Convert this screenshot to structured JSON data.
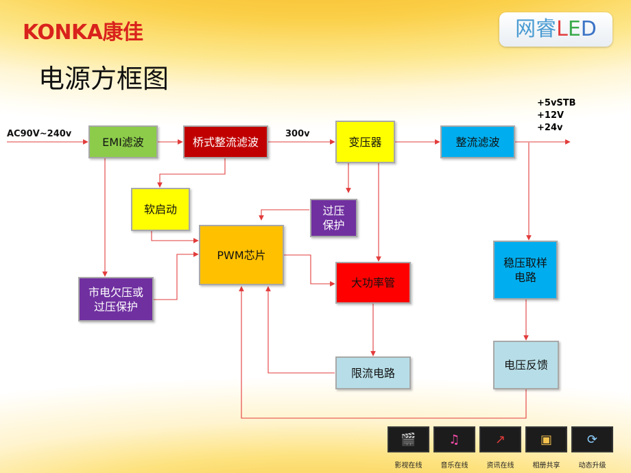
{
  "header": {
    "brand_logo": "KONKA康佳",
    "led_logo_cn": "网睿",
    "led_logo_l": "L",
    "led_logo_e": "E",
    "led_logo_d": "D"
  },
  "title": "电源方框图",
  "inputs": {
    "ac_label": "AC90V~240v",
    "dc_label": "300v"
  },
  "outputs": [
    "+5vSTB",
    "+12V",
    "+24v"
  ],
  "blocks": {
    "emi": "EMI滤波",
    "bridge": "桥式整流滤波",
    "transformer": "变压器",
    "rectifier_filter": "整流滤波",
    "soft_start": "软启动",
    "overvoltage": "过压\n保护",
    "pwm": "PWM芯片",
    "power_tube": "大功率管",
    "mains_protect": "市电欠压或\n过压保护",
    "current_limit": "限流电路",
    "sampling": "稳压取样\n电路",
    "feedback": "电压反馈"
  },
  "colors": {
    "emi": "#8ccc4a",
    "bridge": "#c00000",
    "yellow": "#ffff00",
    "blue": "#00aeef",
    "purple": "#7030a0",
    "pwm": "#ffc000",
    "power_tube": "#ff0000",
    "light": "#b7dee8",
    "wire": "#e23b3b"
  },
  "nav": [
    {
      "label": "影视在线",
      "icon": "film-clapper-icon"
    },
    {
      "label": "音乐在线",
      "icon": "music-note-icon"
    },
    {
      "label": "资讯在线",
      "icon": "trend-chart-icon"
    },
    {
      "label": "相册共享",
      "icon": "photo-album-icon"
    },
    {
      "label": "动态升级",
      "icon": "update-icon"
    }
  ]
}
